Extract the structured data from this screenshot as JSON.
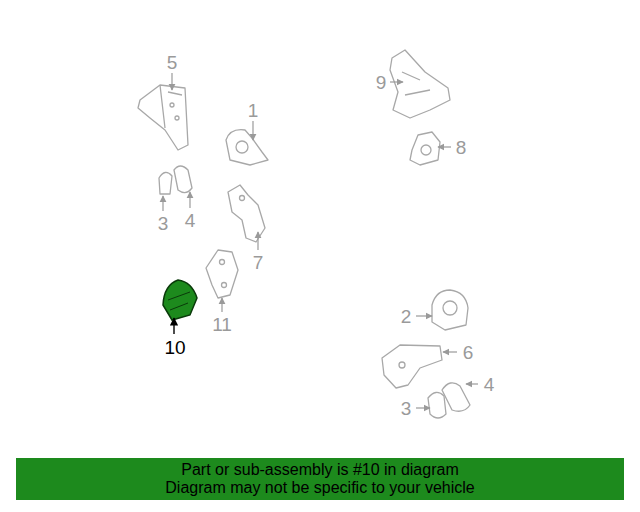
{
  "diagram": {
    "nodes": [
      {
        "text": [
          "Part or sub-assembly is #10 in diagram",
          "Diagram may not be specific to your vehicle"
        ]
      }
    ],
    "labels": [
      "5",
      "1",
      "9",
      "8",
      "3",
      "4",
      "7",
      "11",
      "10",
      "2",
      "6",
      "4",
      "3"
    ]
  }
}
